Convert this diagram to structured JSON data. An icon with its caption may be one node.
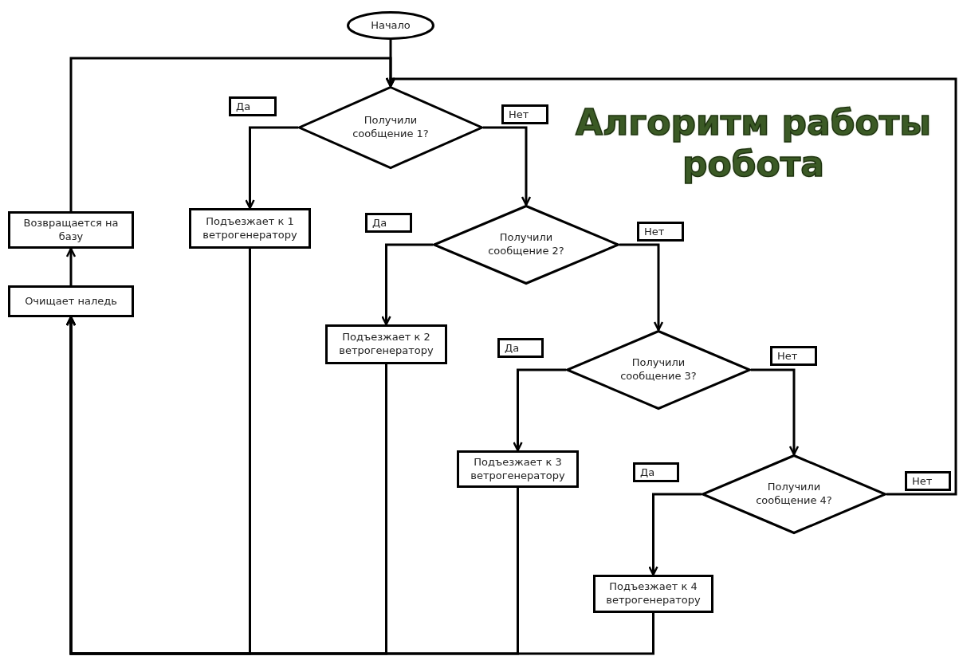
{
  "diagram": {
    "title": "Алгоритм работы робота",
    "nodes": [
      {
        "text": [
          "Начало"
        ]
      },
      {
        "text": [
          "Получили сообщение 1?"
        ]
      },
      {
        "text": [
          "Получили сообщение 2?"
        ]
      },
      {
        "text": [
          "Получили сообщение 3?"
        ]
      },
      {
        "text": [
          "Получили сообщение 4?"
        ]
      },
      {
        "text": [
          "Возвращается на базу"
        ]
      },
      {
        "text": [
          "Очищает наледь"
        ]
      },
      {
        "text": [
          "Подъезжает к 1 ветрогенератору"
        ]
      },
      {
        "text": [
          "Подъезжает к 2 ветрогенератору"
        ]
      },
      {
        "text": [
          "Подъезжает к 3 ветрогенератору"
        ]
      },
      {
        "text": [
          "Подъезжает к 4 ветрогенератору"
        ]
      }
    ],
    "edges": [
      {
        "from": 0,
        "to": 1,
        "arrow": "to"
      },
      {
        "from": 1,
        "to": 7,
        "arrow": "to",
        "label": "Да"
      },
      {
        "from": 1,
        "to": 2,
        "arrow": "to",
        "label": "Нет"
      },
      {
        "from": 2,
        "to": 8,
        "arrow": "to",
        "label": "Да"
      },
      {
        "from": 2,
        "to": 3,
        "arrow": "to",
        "label": "Нет"
      },
      {
        "from": 3,
        "to": 9,
        "arrow": "to",
        "label": "Да"
      },
      {
        "from": 3,
        "to": 4,
        "arrow": "to",
        "label": "Нет"
      },
      {
        "from": 4,
        "to": 10,
        "arrow": "to",
        "label": "Да"
      },
      {
        "from": 4,
        "to": 1,
        "arrow": "to",
        "label": "Нет"
      },
      {
        "from": 7,
        "to": 6,
        "arrow": "to"
      },
      {
        "from": 8,
        "to": 6,
        "arrow": "to"
      },
      {
        "from": 9,
        "to": 6,
        "arrow": "to"
      },
      {
        "from": 10,
        "to": 6,
        "arrow": "to"
      },
      {
        "from": 6,
        "to": 5,
        "arrow": "to"
      },
      {
        "from": 5,
        "to": 1,
        "arrow": "to"
      }
    ]
  }
}
